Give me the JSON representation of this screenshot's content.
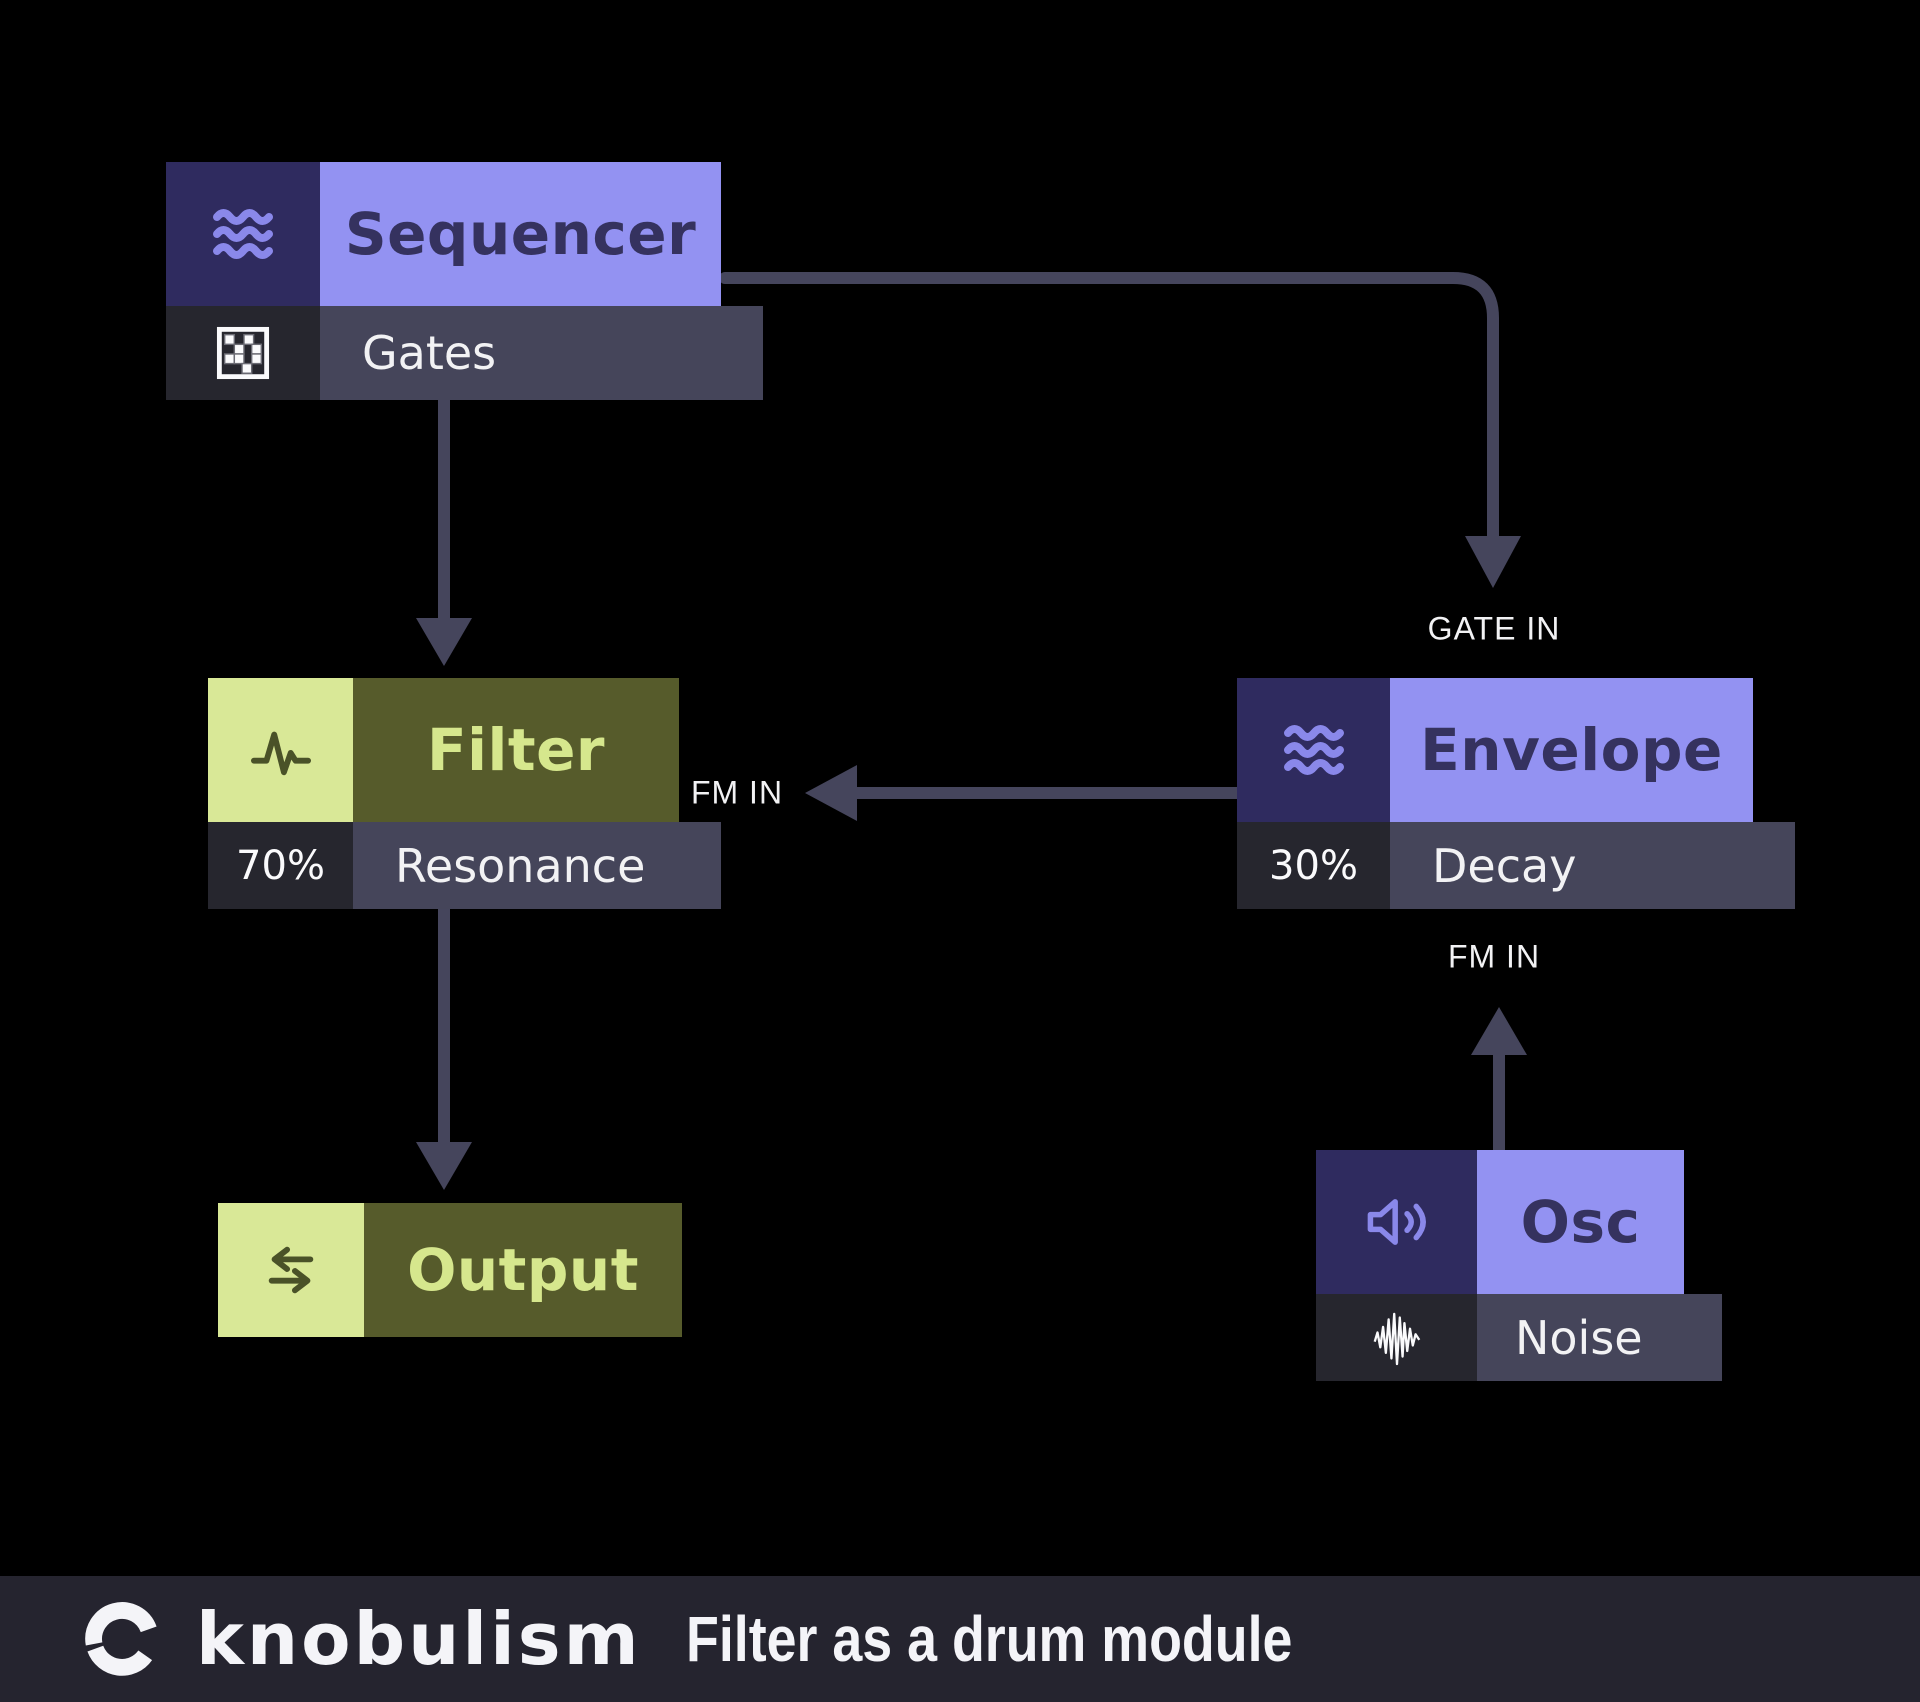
{
  "diagram": {
    "nodes": {
      "sequencer": {
        "title": "Sequencer",
        "sub_label": "Gates",
        "theme": "purple",
        "icon": "waves-icon",
        "sub_icon": "gate-pattern-icon"
      },
      "filter": {
        "title": "Filter",
        "sub_value": "70%",
        "sub_label": "Resonance",
        "theme": "green",
        "icon": "pulse-icon"
      },
      "envelope": {
        "title": "Envelope",
        "sub_value": "30%",
        "sub_label": "Decay",
        "theme": "purple",
        "icon": "waves-icon"
      },
      "output": {
        "title": "Output",
        "theme": "green",
        "icon": "swap-arrows-icon"
      },
      "osc": {
        "title": "Osc",
        "sub_label": "Noise",
        "theme": "purple",
        "icon": "speaker-icon",
        "sub_icon": "noise-wave-icon"
      }
    },
    "edges": [
      {
        "from": "sequencer",
        "to": "filter",
        "label": ""
      },
      {
        "from": "sequencer",
        "to": "envelope",
        "label": "GATE IN"
      },
      {
        "from": "envelope",
        "to": "filter",
        "label": "FM IN"
      },
      {
        "from": "filter",
        "to": "output",
        "label": ""
      },
      {
        "from": "osc",
        "to": "envelope",
        "label": "FM IN"
      }
    ]
  },
  "footer": {
    "brand": "knobulism",
    "title": "Filter as a drum module"
  },
  "colors": {
    "background": "#000000",
    "purple_header": "#9392F2",
    "purple_icon_bg": "#2F2B5F",
    "purple_title_text": "#35325F",
    "green_header": "#565B2B",
    "green_icon_bg": "#D9E897",
    "green_title_text": "#D6E78D",
    "sub_dark_cell": "#26262E",
    "sub_gray_cell": "#45455A",
    "arrow": "#45455C",
    "footer_bg": "#25242F",
    "label_text": "#F2F2F4"
  }
}
